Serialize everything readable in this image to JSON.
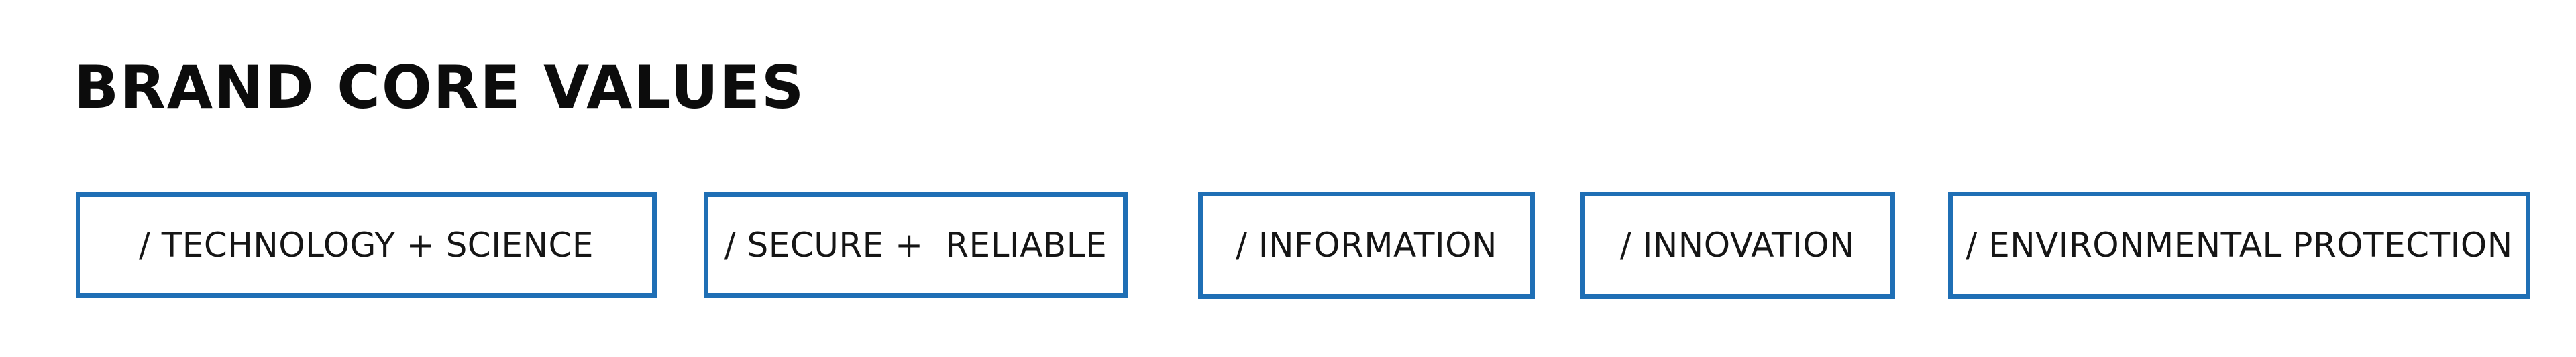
{
  "heading": "BRAND CORE VALUES",
  "values": [
    "/ TECHNOLOGY + SCIENCE",
    "/ SECURE +  RELIABLE",
    "/ INFORMATION",
    "/ INNOVATION",
    "/ ENVIRONMENTAL PROTECTION"
  ],
  "colors": {
    "accent_border": "#1f6fb5",
    "text": "#151515",
    "background": "#ffffff"
  }
}
